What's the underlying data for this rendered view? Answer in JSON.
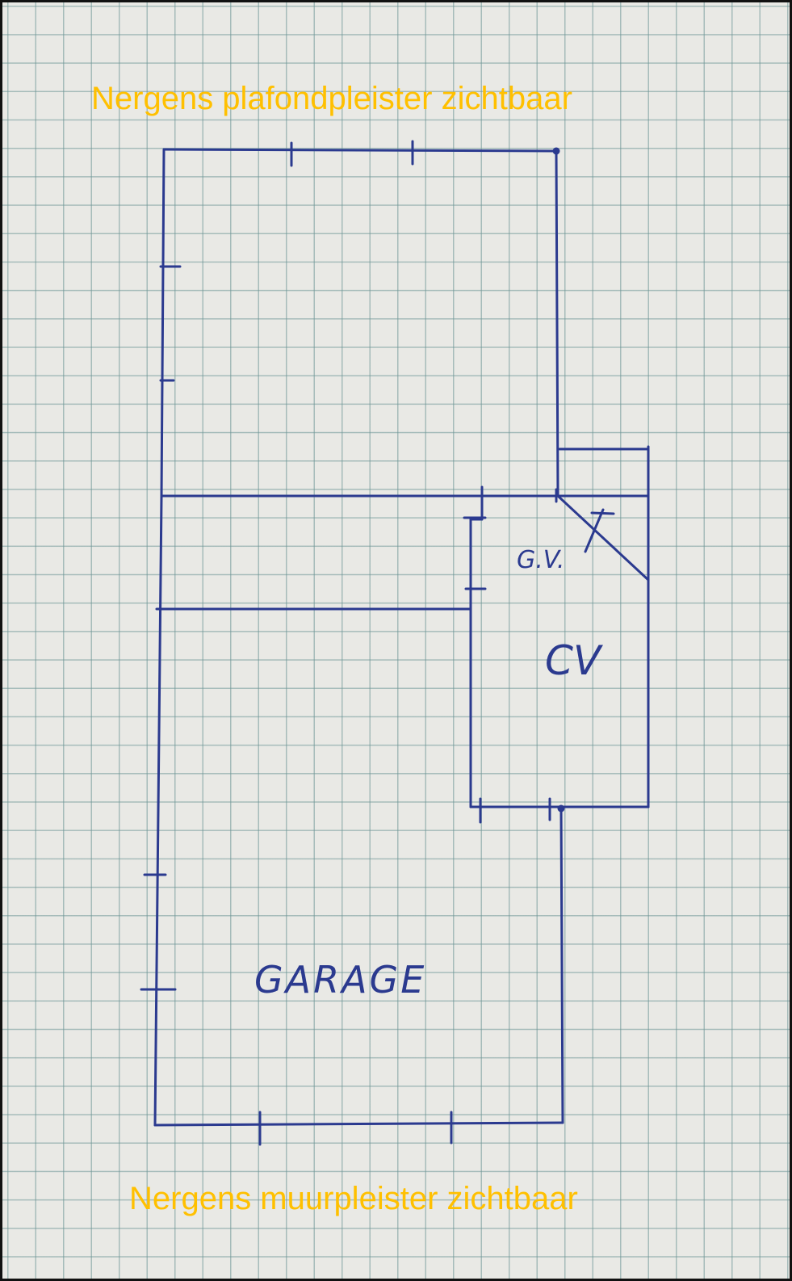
{
  "captions": {
    "top": "Nergens plafondpleister zichtbaar",
    "bottom": "Nergens muurpleister zichtbaar",
    "color": "#ffc000"
  },
  "plan": {
    "ink_color": "#2b3a8f",
    "labels": {
      "gv": "G.V.",
      "cv": "CV",
      "garage": "GARAGE"
    }
  }
}
